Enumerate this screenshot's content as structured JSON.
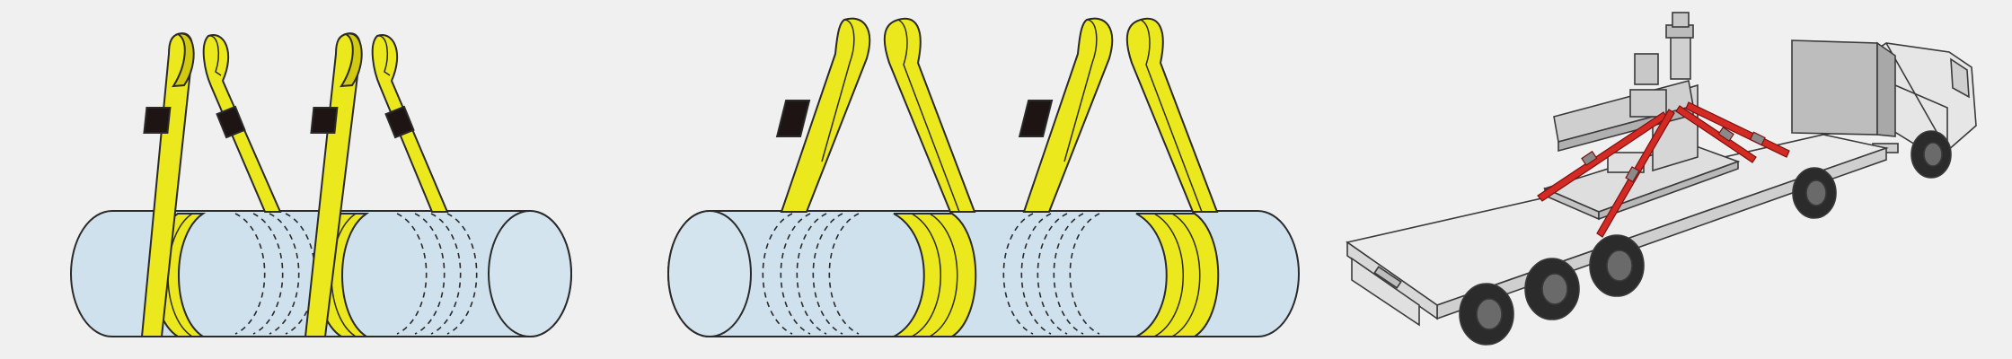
{
  "panels": [
    {
      "id": "choke-hitch",
      "slings": 2
    },
    {
      "id": "basket-hitch",
      "slings": 2
    },
    {
      "id": "truck-tie-down",
      "lashing_straps": 4
    }
  ],
  "colors": {
    "background": "#f0f0f0",
    "sling": "#ece81e",
    "sling_dark": "#d2ca10",
    "sling_band": "#1e1414",
    "cylinder": "#cfe1ed",
    "outline": "#2a2a2a",
    "lashing_strap": "#d42a24",
    "truck_body": "#e6e6e6",
    "truck_shade": "#bdbdbd",
    "tire": "#2b2b2b"
  }
}
